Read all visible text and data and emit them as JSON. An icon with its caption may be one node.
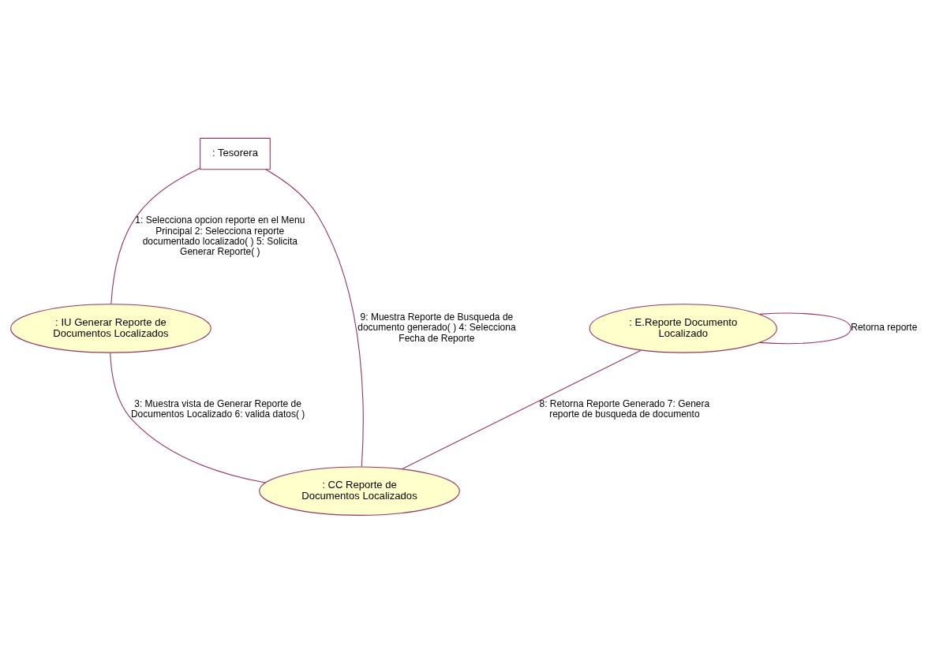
{
  "diagram": {
    "nodes": [
      {
        "text": [
          ": Tesorera"
        ]
      },
      {
        "text": [
          ": IU Generar Reporte de Documentos Localizados"
        ]
      },
      {
        "text": [
          ": CC Reporte de Documentos Localizados"
        ]
      },
      {
        "text": [
          ": E.Reporte Documento Localizado"
        ]
      }
    ],
    "edges": [
      {
        "from": 0,
        "to": 1,
        "arrow": "none",
        "label": "1: Selecciona opcion reporte en el Menu Principal 2: Selecciona reporte documentado localizado( ) 5: Solicita Generar Reporte( )"
      },
      {
        "from": 1,
        "to": 2,
        "arrow": "none",
        "label": "3: Muestra vista de Generar Reporte de Documentos Localizado 6: valida datos( )"
      },
      {
        "from": 0,
        "to": 2,
        "arrow": "none",
        "label": "9: Muestra Reporte de Busqueda de documento generado( ) 4: Selecciona Fecha de Reporte"
      },
      {
        "from": 3,
        "to": 2,
        "arrow": "none",
        "label": "8: Retorna Reporte Generado 7: Genera reporte de busqueda de documento"
      },
      {
        "from": 3,
        "to": 3,
        "arrow": "none",
        "label": "Retorna reporte"
      }
    ]
  }
}
